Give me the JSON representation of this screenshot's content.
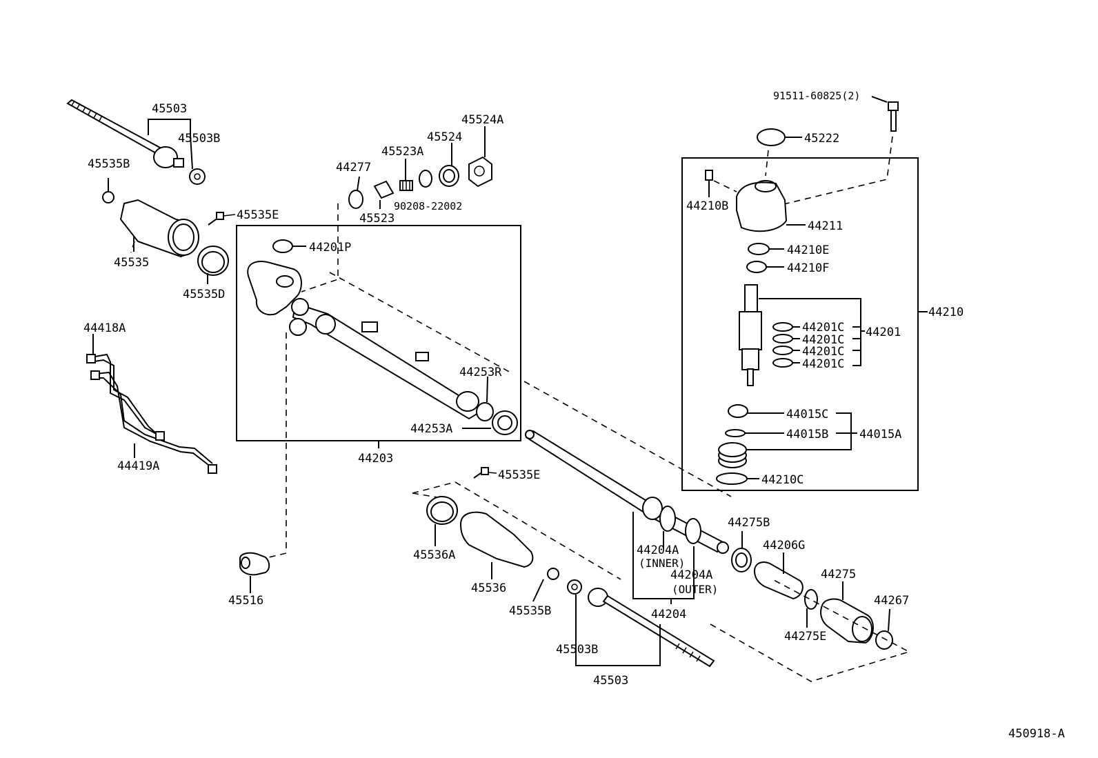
{
  "diagram_id": "450918-A",
  "labels": {
    "p45503_top": "45503",
    "p45503B_top": "45503B",
    "p45535B_top": "45535B",
    "p45535E_top": "45535E",
    "p45535": "45535",
    "p45535D": "45535D",
    "p44277": "44277",
    "p45523A": "45523A",
    "p45524": "45524",
    "p45524A": "45524A",
    "p90208": "90208-22002",
    "p45523": "45523",
    "p44201P": "44201P",
    "p44253R": "44253R",
    "p44253A": "44253A",
    "p44203": "44203",
    "p44418A": "44418A",
    "p44419A": "44419A",
    "p45516": "45516",
    "p45535E_bot": "45535E",
    "p45536A": "45536A",
    "p45536": "45536",
    "p45535B_bot": "45535B",
    "p45503B_bot": "45503B",
    "p45503_bot": "45503",
    "p44204A_inner": "44204A",
    "inner": "(INNER)",
    "p44204A_outer": "44204A",
    "outer": "(OUTER)",
    "p44204": "44204",
    "p44275B": "44275B",
    "p44206G": "44206G",
    "p44275": "44275",
    "p44267": "44267",
    "p44275E": "44275E",
    "p91511": "91511-60825(2)",
    "p45222": "45222",
    "p44210B": "44210B",
    "p44211": "44211",
    "p44210E": "44210E",
    "p44210F": "44210F",
    "p44201C_1": "44201C",
    "p44201C_2": "44201C",
    "p44201C_3": "44201C",
    "p44201C_4": "44201C",
    "p44201": "44201",
    "p44210": "44210",
    "p44015C": "44015C",
    "p44015B": "44015B",
    "p44015A": "44015A",
    "p44210C": "44210C"
  }
}
